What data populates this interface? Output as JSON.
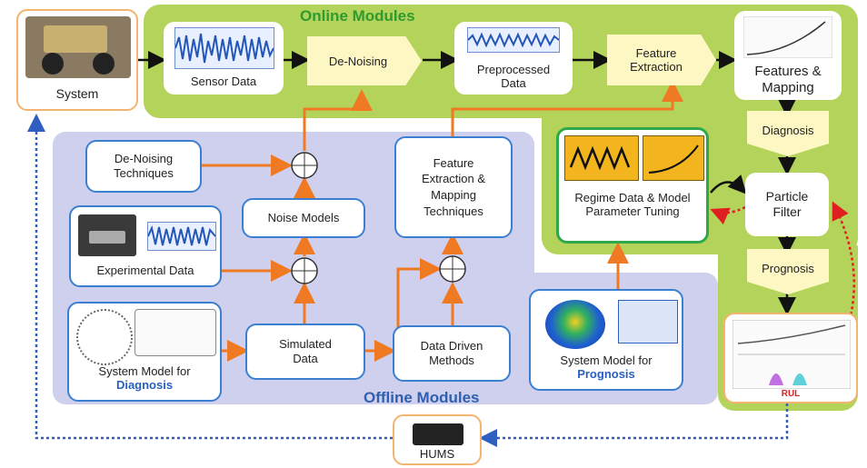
{
  "regions": {
    "online": "Online Modules",
    "offline": "Offline Modules"
  },
  "online": {
    "system": "System",
    "sensor_data": "Sensor Data",
    "denoising": "De-Noising",
    "preprocessed": "Preprocessed Data",
    "feature_extraction": "Feature Extraction",
    "features_mapping": "Features & Mapping",
    "diagnosis": "Diagnosis",
    "particle_filter": "Particle Filter",
    "prognosis": "Prognosis",
    "rul": "RUL",
    "regime": "Regime Data & Model Parameter Tuning"
  },
  "offline": {
    "denoising_techniques": "De-Noising Techniques",
    "noise_models": "Noise Models",
    "feature_extraction_mapping": "Feature Extraction & Mapping Techniques",
    "experimental_data": "Experimental Data",
    "system_model_diag_line1": "System Model for",
    "system_model_diag_line2": "Diagnosis",
    "simulated_data": "Simulated Data",
    "data_driven": "Data Driven Methods",
    "system_model_prog_line1": "System Model for",
    "system_model_prog_line2": "Prognosis"
  },
  "hums": "HUMS",
  "colors": {
    "online": "#b3d35a",
    "offline": "#cfd0ee",
    "arrow_orange": "#f07a24",
    "dotted_blue": "#2f5fc0"
  }
}
